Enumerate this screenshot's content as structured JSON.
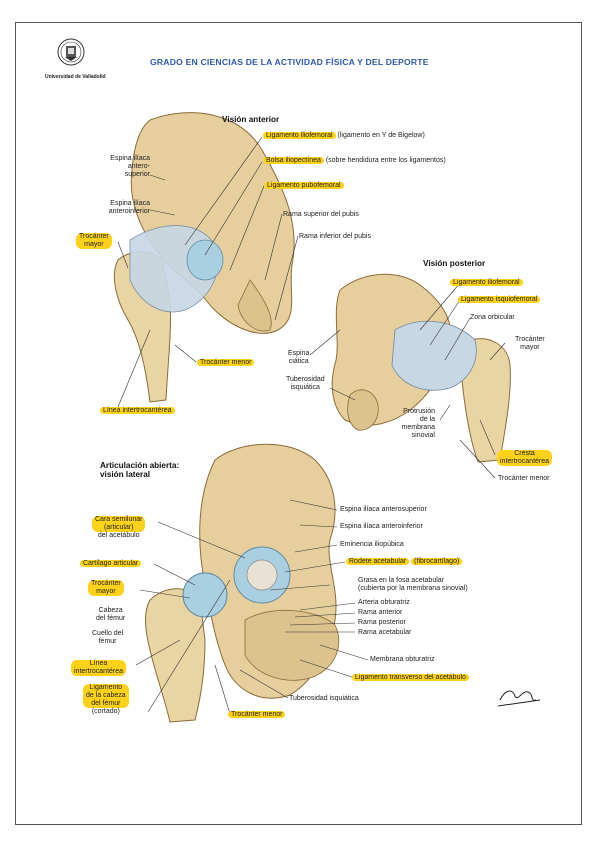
{
  "header": {
    "university": "Universidad de Valladolid",
    "title": "GRADO EN CIENCIAS DE LA ACTIVIDAD FÍSICA Y DEL DEPORTE"
  },
  "anterior": {
    "title": "Visión anterior",
    "lig_iliofemoral": "Ligamento iliofemoral",
    "lig_iliofemoral_note": "(ligamento en Y de Bigelow)",
    "bolsa": "Bolsa iliopectínea",
    "bolsa_note": "(sobre hendidura entre los ligamentos)",
    "pubofemoral": "Ligamento pubofemoral",
    "espina_antsup": "Espina ilíaca\nantero-\nsuperior",
    "espina_antinf": "Espina ilíaca\nanteroinferior",
    "trocanter_mayor": "Trocánter\nmayor",
    "rama_sup": "Rama superior del pubis",
    "rama_inf": "Rama inferior del pubis",
    "trocanter_menor": "Trocánter menor",
    "linea": "Línea intertrocantérea"
  },
  "posterior": {
    "title": "Visión posterior",
    "lig_iliofemoral": "Ligamento iliofemoral",
    "lig_isquiofemoral": "Ligamento isquiofemoral",
    "zona": "Zona orbicular",
    "trocanter_mayor": "Trocánter\nmayor",
    "espina": "Espina\nciática",
    "tuberosidad": "Tuberosidad\nisquiática",
    "protrusion": "Protrusión\nde la\nmembrana\nsinovial",
    "cresta": "Cresta\nintertrocantérea",
    "trocanter_menor": "Trocánter menor"
  },
  "lateral": {
    "title": "Articulación abierta:\nvisión lateral",
    "cara": "Cara semilunar\n(articular)",
    "cara_sub": "del acetábulo",
    "cartilago": "Cartílago articular",
    "trocanter_mayor": "Trocánter\nmayor",
    "cabeza": "Cabeza\ndel fémur",
    "cuello": "Cuello del\nfémur",
    "linea": "Línea\nintertrocantérea",
    "ligamento_cabeza": "Ligamento\nde la cabeza\ndel fémur",
    "ligamento_cabeza_sub": "(cortado)",
    "espina_antsup": "Espina ilíaca anterosuperior",
    "espina_antinf": "Espina ilíaca anteroinferior",
    "eminencia": "Eminencia iliopúbica",
    "rodete": "Rodete acetabular",
    "rodete_note": "(fibrocartílago)",
    "grasa": "Grasa en la fosa acetabular\n(cubierta por la membrana sinovial)",
    "arteria": "Arteria obturatriz",
    "rama_ant": "Rama anterior",
    "rama_post": "Rama posterior",
    "rama_acet": "Rama acetabular",
    "membrana": "Membrana obturatriz",
    "lig_transverso": "Ligamento transverso del acetábulo",
    "tuberosidad": "Tuberosidad isquiática",
    "trocanter_menor": "Trocánter menor"
  },
  "colors": {
    "highlight": "#ffd21a",
    "header_blue": "#2f5aa8",
    "bone": "#e6cf9c",
    "ligament": "#c7d7e4",
    "cartilage": "#a9cfe0"
  }
}
